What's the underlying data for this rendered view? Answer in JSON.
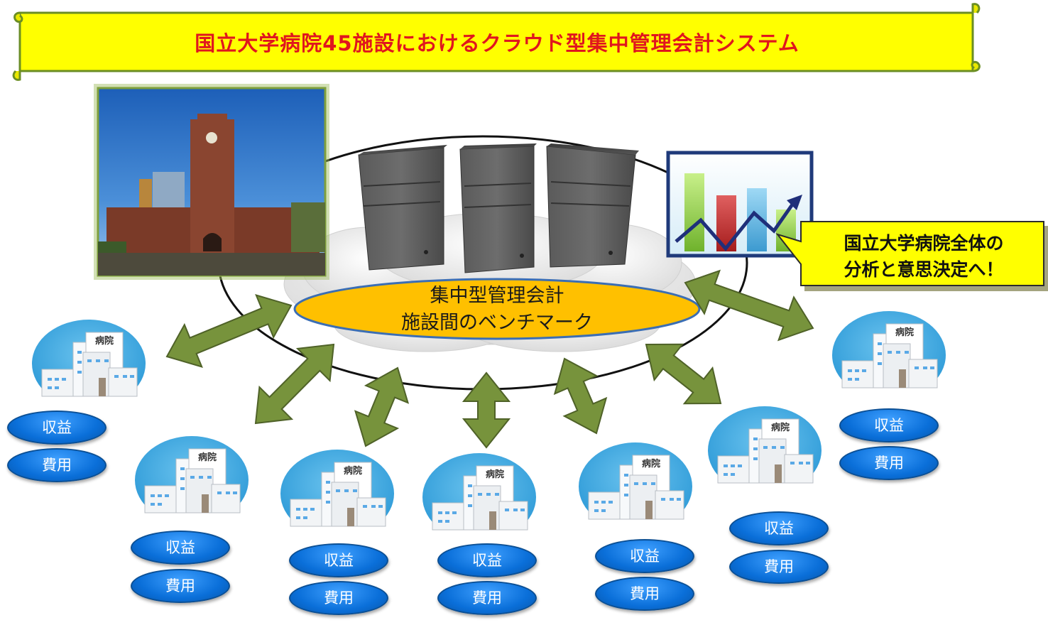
{
  "title": "国立大学病院45施設におけるクラウド型集中管理会計システム",
  "center": {
    "line1": "集中型管理会計",
    "line2": "施設間のベンチマーク"
  },
  "callout": {
    "line1": "国立大学病院全体の",
    "line2": "分析と意思決定へ！"
  },
  "hospital_sign": "病院",
  "revenue_label": "収益",
  "cost_label": "費用",
  "hospital_count": 7,
  "colors": {
    "title_text": "#e0161e",
    "banner": "#ffff00",
    "arrow": "#77933c",
    "pill": "#0a6fd9",
    "center_ellipse": "#ffc000"
  }
}
